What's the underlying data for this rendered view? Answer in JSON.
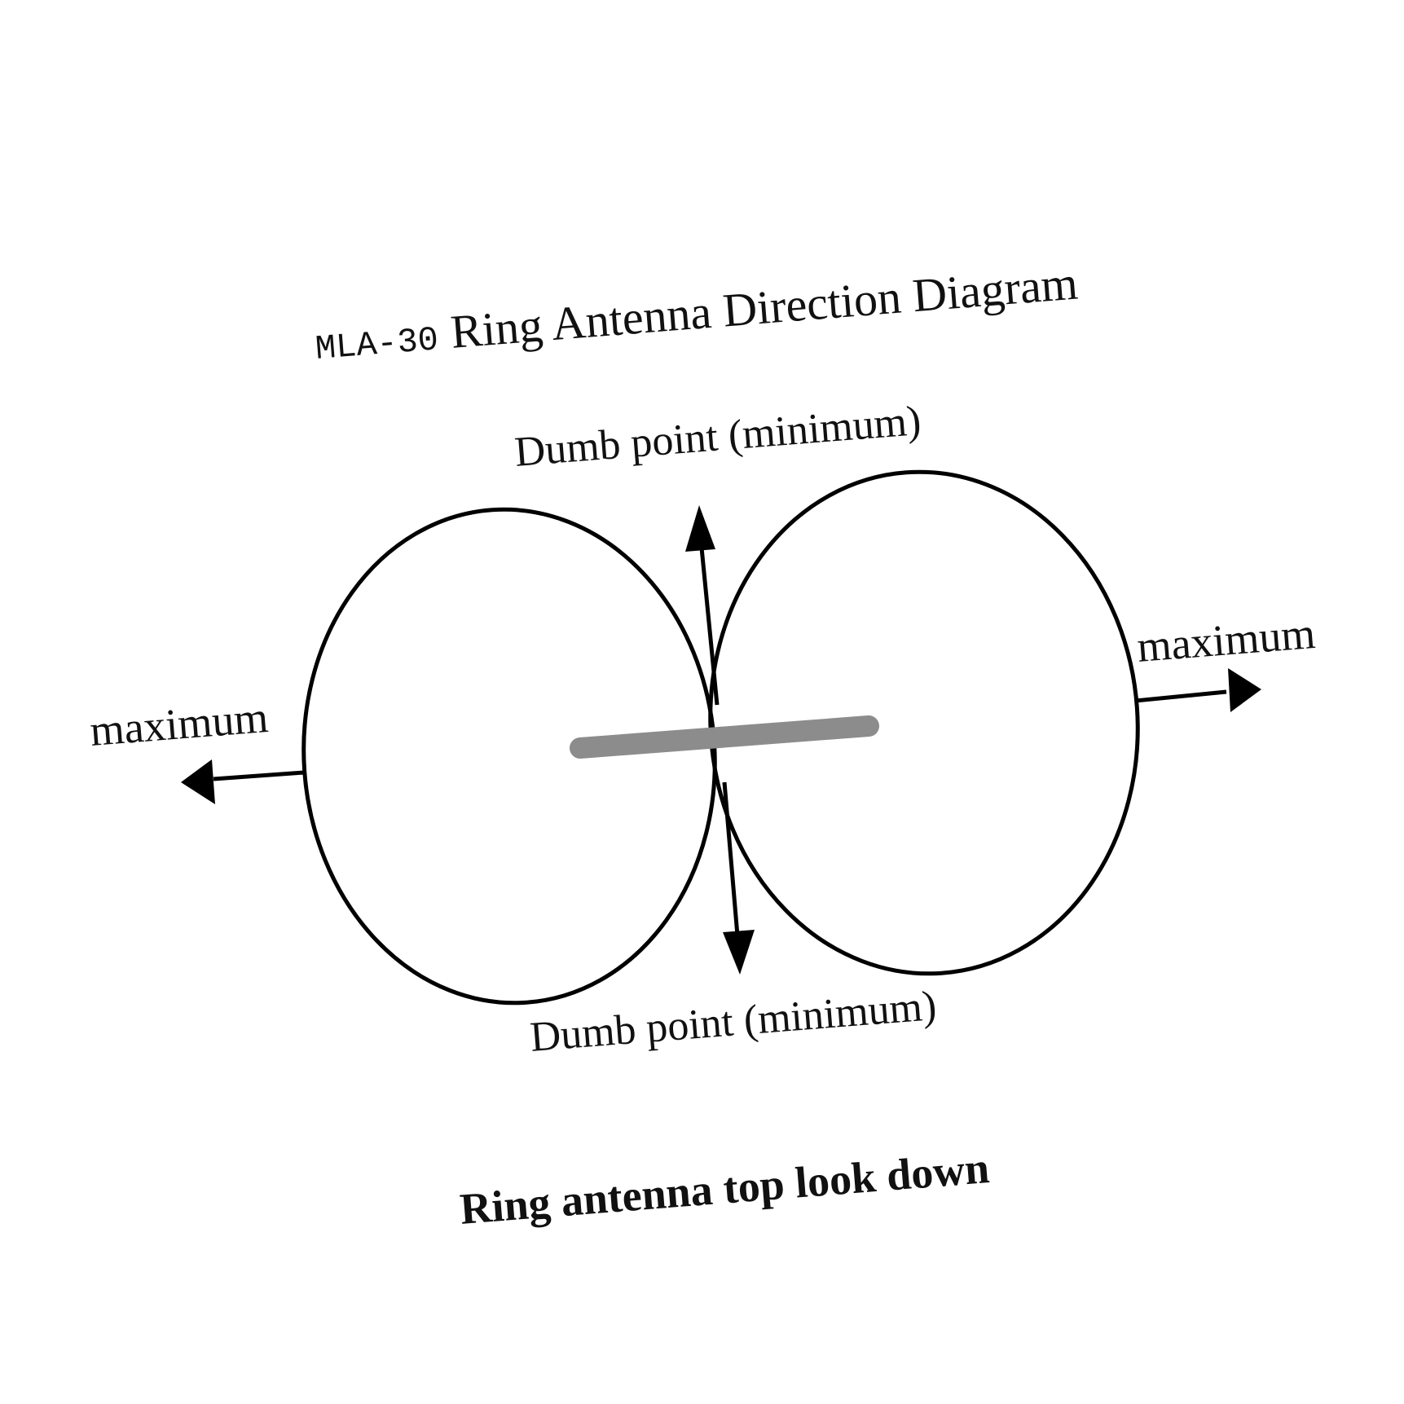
{
  "title": {
    "model": "MLA-30",
    "text": "Ring Antenna Direction Diagram"
  },
  "labels": {
    "top_null": "Dumb point (minimum)",
    "bottom_null": "Dumb point (minimum)",
    "left_max": "maximum",
    "right_max": "maximum"
  },
  "caption": "Ring antenna top look down",
  "colors": {
    "lobe_stroke": "#000000",
    "antenna_bar": "#8c8c8c",
    "text": "#111111"
  }
}
